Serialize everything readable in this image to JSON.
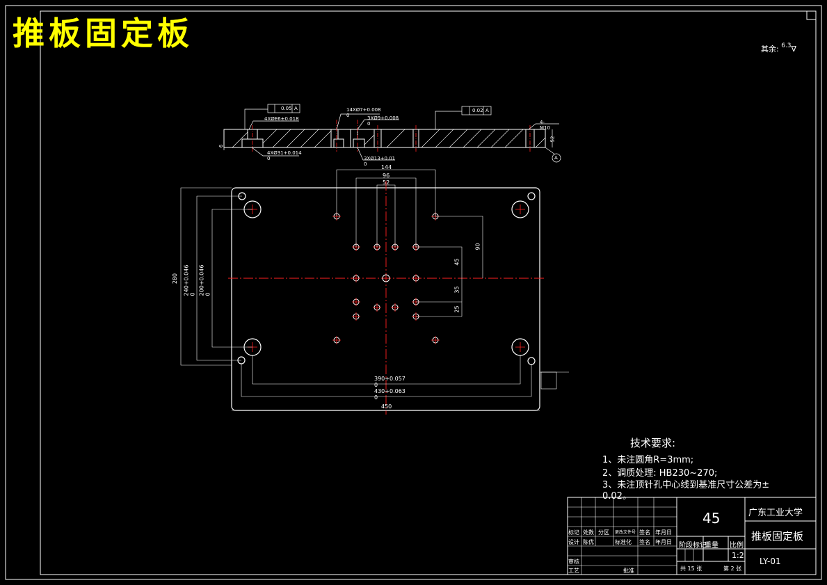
{
  "drawing": {
    "title": "推板固定板",
    "surface_note": "其余:",
    "surface_symbol": "6.3",
    "section": {
      "callouts": {
        "tol_frame_1": "0.05",
        "tol_frame_1_datum": "A",
        "tol_frame_2": "0.02",
        "tol_frame_2_datum": "A",
        "hole_4x": "4XØE6±0.018",
        "hole_4x_lower": "4XØ31+0.014 0",
        "hole_14x": "14XØ7+0.008 0",
        "hole_3x9": "3XØ9+0.008 0",
        "hole_3x13": "3XØ13+0.01 0",
        "thread_4m": "4-M10",
        "datum": "A",
        "depth_left": "6",
        "depth_right": "52"
      }
    },
    "dims": {
      "d144": "144",
      "d96": "96",
      "d52": "52",
      "d90": "90",
      "d45": "45",
      "d35": "35",
      "d25": "25",
      "d280": "280",
      "d240": "240+0.046 0",
      "d200": "200+0.046 0",
      "d390": "390+0.057 0",
      "d430": "430+0.063 0",
      "d450": "450"
    },
    "tech": {
      "title": "技术要求:",
      "lines": [
        "1、未注圆角R=3mm;",
        "2、调质处理: HB230~270;",
        "3、未注顶针孔中心线到基准尺寸公差为±",
        "0.02。"
      ]
    },
    "title_block": {
      "material": "45",
      "school": "广东工业大学",
      "part_name": "推板固定板",
      "drawing_no": "LY-01",
      "scale": "1:2",
      "total_sheets": "共 15 张",
      "sheet_no": "第 2 张",
      "labels": {
        "mark": "标记",
        "count": "处数",
        "zone": "分区",
        "change_doc": "更改文件号",
        "sign": "签名",
        "date": "年月日",
        "design": "设计",
        "design_name": "陈优",
        "standard": "标准化",
        "review": "审核",
        "process": "工艺",
        "approve": "批准",
        "stage_mark": "阶段标记",
        "weight": "重量",
        "ratio": "比例"
      }
    }
  }
}
